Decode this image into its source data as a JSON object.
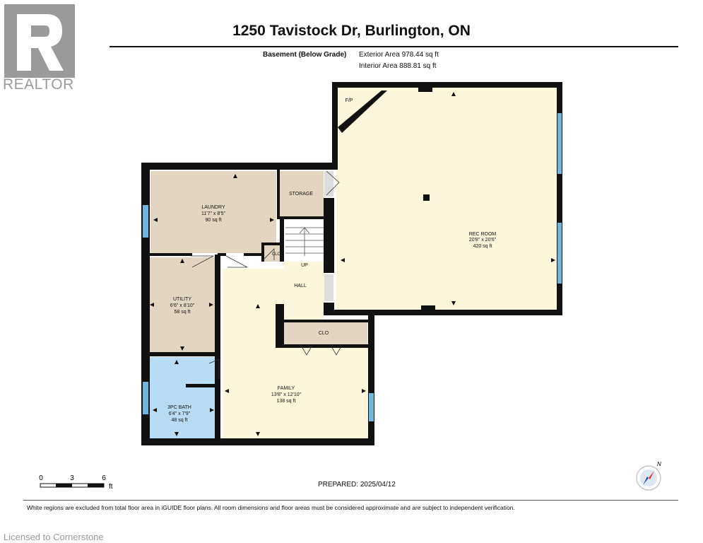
{
  "brand": {
    "logo_text": "REALTOR",
    "logo_mark": "R"
  },
  "header": {
    "title": "1250 Tavistock Dr, Burlington, ON",
    "floor_name": "Basement (Below Grade)",
    "exterior_area": "Exterior Area 978.44 sq ft",
    "interior_area": "Interior Area 888.81 sq ft"
  },
  "rooms": {
    "fp": {
      "name": "F/P"
    },
    "storage": {
      "name": "STORAGE"
    },
    "laundry": {
      "name": "LAUNDRY",
      "dims": "11'7\" x 8'5\"",
      "area": "90 sq ft"
    },
    "clo_small": {
      "name": "CLO"
    },
    "up": {
      "name": "UP"
    },
    "hall": {
      "name": "HALL"
    },
    "rec_room": {
      "name": "REC ROOM",
      "dims": "20'8\" x 20'6\"",
      "area": "420 sq ft"
    },
    "utility": {
      "name": "UTILITY",
      "dims": "6'6\" x 8'10\"",
      "area": "58 sq ft"
    },
    "clo_family": {
      "name": "CLO"
    },
    "family": {
      "name": "FAMILY",
      "dims": "13'8\" x 12'10\"",
      "area": "138 sq ft"
    },
    "bath": {
      "name": "3PC BATH",
      "dims": "6'4\" x 7'9\"",
      "area": "48 sq ft"
    }
  },
  "scale": {
    "labels": [
      "0",
      "3",
      "6"
    ],
    "unit": "ft"
  },
  "compass": {
    "label": "N"
  },
  "prepared": "PREPARED: 2025/04/12",
  "disclaimer": "White regions are excluded from total floor area in iGUIDE floor plans. All room dimensions and floor areas must be considered approximate and are subject to independent verification.",
  "watermark": "Licensed to Cornerstone",
  "colors": {
    "laundry": "#e2d6c3",
    "utility": "#e2d6c3",
    "storage": "#e2d6c3",
    "rec": "#fbf6dc",
    "family": "#fbf6dc",
    "bath": "#b8dcf5",
    "clo": "#e2d6c3",
    "wall": "#111111",
    "window": "#6fb6e0"
  }
}
